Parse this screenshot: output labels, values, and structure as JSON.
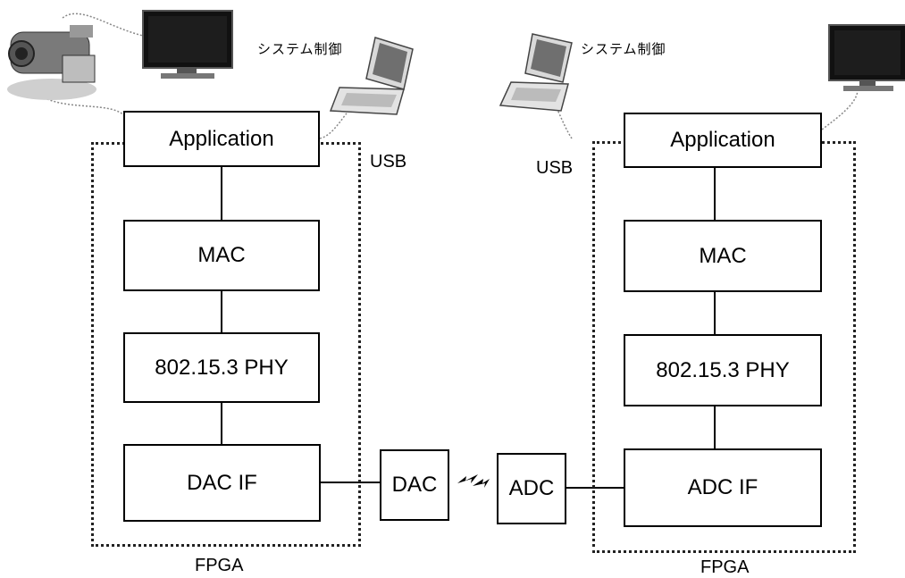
{
  "left": {
    "application": "Application",
    "mac": "MAC",
    "phy": "802.15.3 PHY",
    "conv_if": "DAC IF",
    "fpga": "FPGA",
    "usb": "USB",
    "system_control": "システム制御",
    "converter": "DAC"
  },
  "right": {
    "application": "Application",
    "mac": "MAC",
    "phy": "802.15.3 PHY",
    "conv_if": "ADC IF",
    "fpga": "FPGA",
    "usb": "USB",
    "system_control": "システム制御",
    "converter": "ADC"
  },
  "icons": [
    "video-camera-icon",
    "monitor-icon",
    "laptop-icon",
    "lightning-bolt-icon"
  ]
}
